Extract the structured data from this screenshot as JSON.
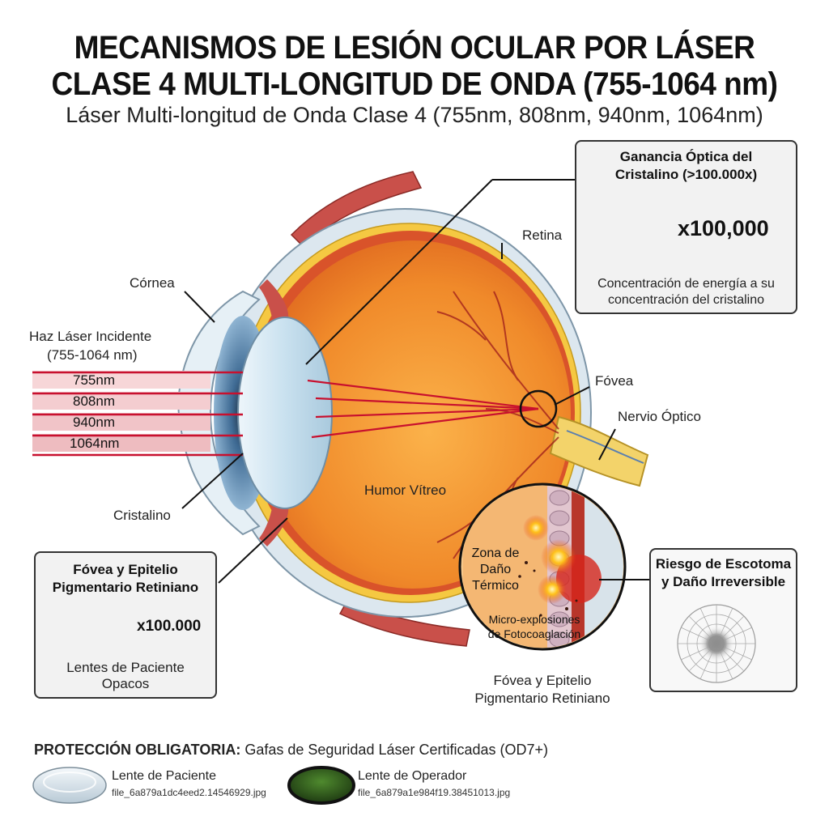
{
  "title": {
    "line1": "MECANISMOS DE LESIÓN OCULAR POR LÁSER",
    "line2": "CLASE 4 MULTI-LONGITUD DE ONDA (755-1064 nm)",
    "subtitle": "Láser Multi-longitud de Onda Clase 4 (755nm, 808nm, 940nm, 1064nm)"
  },
  "labels": {
    "cornea": "Córnea",
    "beam_line1": "Haz Láser Incidente",
    "beam_line2": "(755-1064 nm)",
    "cristalino": "Cristalino",
    "retina": "Retina",
    "fovea": "Fóvea",
    "nervio": "Nervio Óptico",
    "humor": "Humor Vítreo",
    "zona_line1": "Zona de",
    "zona_line2": "Daño",
    "zona_line3": "Térmico",
    "micro_line1": "Micro-explosiones",
    "micro_line2": "de Fotocoaglación",
    "fovea_epi_line1": "Fóvea y Epitelio",
    "fovea_epi_line2": "Pigmentario Retiniano"
  },
  "wavelengths": [
    "755nm",
    "808nm",
    "940nm",
    "1064nm"
  ],
  "box_gain": {
    "title_line1": "Ganancia Óptica del",
    "title_line2": "Cristalino (>100.000x)",
    "multiplier": "x100,000",
    "text_line1": "Concentración de energía a su",
    "text_line2": "concentración del cristalino"
  },
  "box_fovea": {
    "title_line1": "Fóvea y Epitelio",
    "title_line2": "Pigmentario Retiniano",
    "multiplier": "x100.000",
    "text_line1": "Lentes de Paciente",
    "text_line2": "Opacos"
  },
  "box_risk": {
    "title_line1": "Riesgo de Escotoma",
    "title_line2": "y Daño Irreversible"
  },
  "protection": {
    "bold": "PROTECCIÓN OBLIGATORIA:",
    "text": " Gafas de Seguridad Láser Certificadas (OD7+)",
    "patient_lens": "Lente de Paciente",
    "patient_file": "file_6a879a1dc4eed2.14546929.jpg",
    "operator_lens": "Lente de Operador",
    "operator_file": "file_6a879a1e984f19.38451013.jpg"
  },
  "colors": {
    "beam": "#c8102e",
    "sclera": "#dce7ef",
    "retina_orange": "#ef8a2a",
    "retina_yellow": "#f5c842",
    "nerve_yellow": "#f3d36a",
    "muscle": "#c9504a",
    "operator_lens": "#2f5a1e"
  }
}
